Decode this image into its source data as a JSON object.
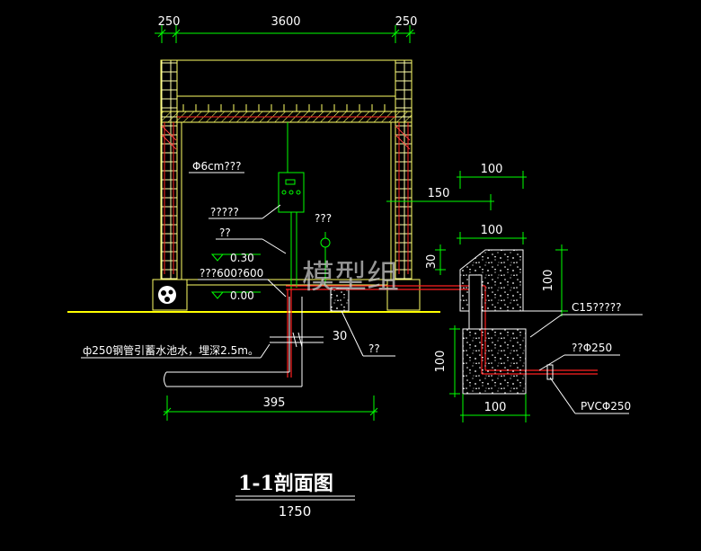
{
  "colors": {
    "background": "#000000",
    "dimension": "#00ff00",
    "wall": "#ffff66",
    "ground": "#ffff00",
    "pipe": "#ff2020",
    "leader": "#ffffff",
    "concrete": "#ffffff"
  },
  "dimensions": {
    "top_left": "250",
    "top_center": "3600",
    "top_right": "250",
    "right_150": "150",
    "right_100_a": "100",
    "right_100_b": "100",
    "right_30": "30",
    "right_100_vert": "100",
    "left_100_vert": "100",
    "bottom_100": "100",
    "bottom_395": "395",
    "pipe_gap_30": "30"
  },
  "labels": {
    "hole": "Φ6cm???",
    "cabinet": "?????",
    "pipe_callout": "??",
    "valve": "???",
    "level_030": "0.30",
    "slab": "???600?600",
    "level_000": "0.00",
    "bottom_callout": "??",
    "steel_pipe": "ф250钢管引蓄水池水，埋深2.5m。",
    "concrete_block": "C15?????",
    "pipe_250": "??Φ250",
    "pvc_pipe": "PVCΦ250"
  },
  "title": {
    "main": "1-1剖面图",
    "scale": "1?50"
  },
  "watermark": "模型组"
}
